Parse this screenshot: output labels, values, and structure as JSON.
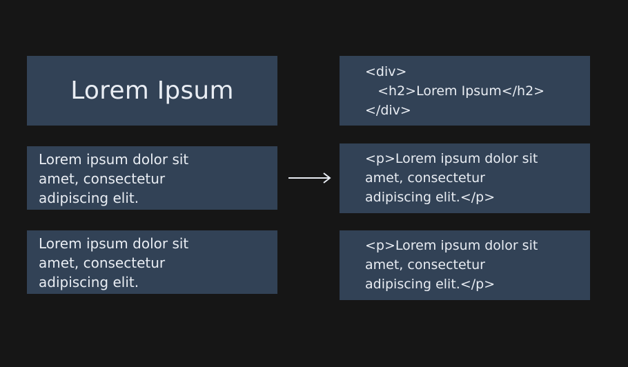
{
  "left": {
    "title": "Lorem Ipsum",
    "paragraph_1": "Lorem ipsum dolor sit amet, consectetur adipiscing elit.",
    "paragraph_2": "Lorem ipsum dolor sit amet, consectetur adipiscing elit."
  },
  "right": {
    "code_1": "<div>\n   <h2>Lorem Ipsum</h2>\n</div>",
    "code_2": "<p>Lorem ipsum dolor sit\namet, consectetur\nadipiscing elit.</p>",
    "code_3": "<p>Lorem ipsum dolor sit\namet, consectetur\nadipiscing elit.</p>"
  },
  "colors": {
    "background": "#161616",
    "box_fill": "#324256",
    "text": "#e9edf3",
    "arrow": "#e9edf3"
  },
  "icons": {
    "arrow": "right-arrow-icon"
  }
}
